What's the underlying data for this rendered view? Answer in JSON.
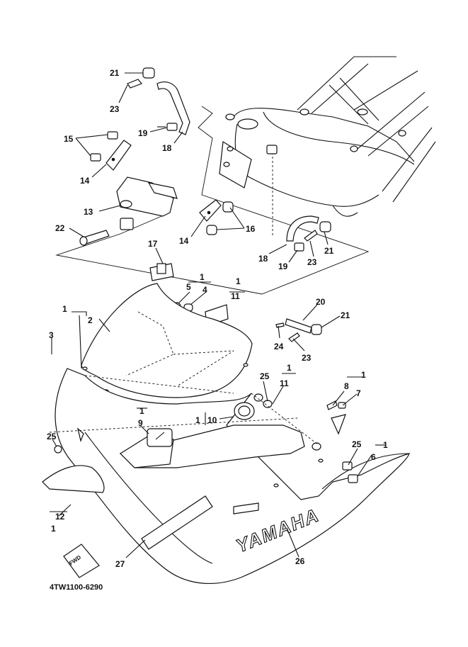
{
  "drawing_code": "4TW1100-6290",
  "brand_mark": "YAMAHA",
  "fwd_label": "FWD",
  "callouts": {
    "c21a": "21",
    "c23a": "23",
    "c15": "15",
    "c19a": "19",
    "c18a": "18",
    "c14a": "14",
    "c13": "13",
    "c22": "22",
    "c14b": "14",
    "c16": "16",
    "c18b": "18",
    "c19b": "19",
    "c23b": "23",
    "c21b": "21",
    "c17": "17",
    "c1a": "1",
    "c5": "5",
    "c4": "4",
    "c1b": "1",
    "c11a": "11",
    "c1c": "1",
    "c2": "2",
    "c3": "3",
    "c20": "20",
    "c21c": "21",
    "c24": "24",
    "c23c": "23",
    "c25a": "25",
    "c1d": "1",
    "c11b": "11",
    "c1e": "1",
    "c8": "8",
    "c7": "7",
    "c1f": "1",
    "c10": "10",
    "c1g": "1",
    "c9": "9",
    "c25b": "25",
    "c25c": "25",
    "c1h": "1",
    "c6": "6",
    "c12": "12",
    "c1i": "1",
    "c27": "27",
    "c26": "26"
  }
}
